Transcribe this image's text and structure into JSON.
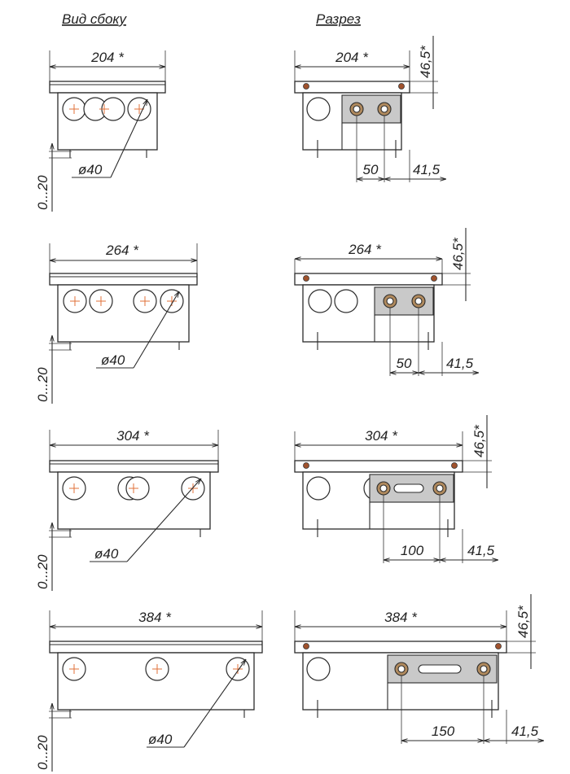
{
  "headers": {
    "side_view": "Вид сбоку",
    "section": "Разрез"
  },
  "labels": {
    "height": "0...20",
    "diameter": "ø40",
    "lid_height": "46,5*",
    "offset": "41,5"
  },
  "rows": [
    {
      "width": "204 *",
      "pitch": "50"
    },
    {
      "width": "264 *",
      "pitch": "50"
    },
    {
      "width": "304 *",
      "pitch": "100"
    },
    {
      "width": "384 *",
      "pitch": "150"
    }
  ],
  "colors": {
    "line": "#2b2b2b",
    "cross": "#e0703a",
    "plate": "#c9c9c9",
    "port": "#b08a5e"
  }
}
